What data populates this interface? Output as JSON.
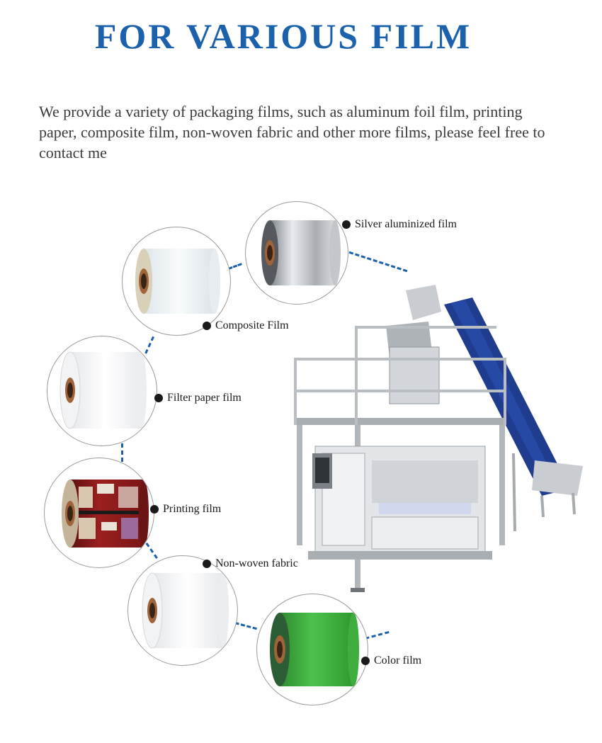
{
  "header": {
    "title": "FOR VARIOUS FILM",
    "intro": "We provide a variety of packaging films, such as aluminum foil film, printing paper, composite film, non-woven fabric and other more films, please feel free to contact me"
  },
  "films": [
    {
      "label": "Silver aluminized film"
    },
    {
      "label": "Composite Film"
    },
    {
      "label": "Filter paper film"
    },
    {
      "label": "Printing film"
    },
    {
      "label": "Non-woven fabric"
    },
    {
      "label": "Color film"
    }
  ],
  "colors": {
    "title": "#1b61ab",
    "dash": "#1b61ab",
    "silver_roll": "#b8bcc0",
    "composite_roll": "#eef2f4",
    "white_roll": "#f4f4f6",
    "printing_roll": "#8b1a1a",
    "color_roll": "#3aa53a",
    "core": "#a0643a",
    "conveyor": "#1f3c8f",
    "steel": "#c9cdd1"
  },
  "icons": {
    "machine": "packaging-machine-illustration",
    "bullet": "dot-icon"
  }
}
